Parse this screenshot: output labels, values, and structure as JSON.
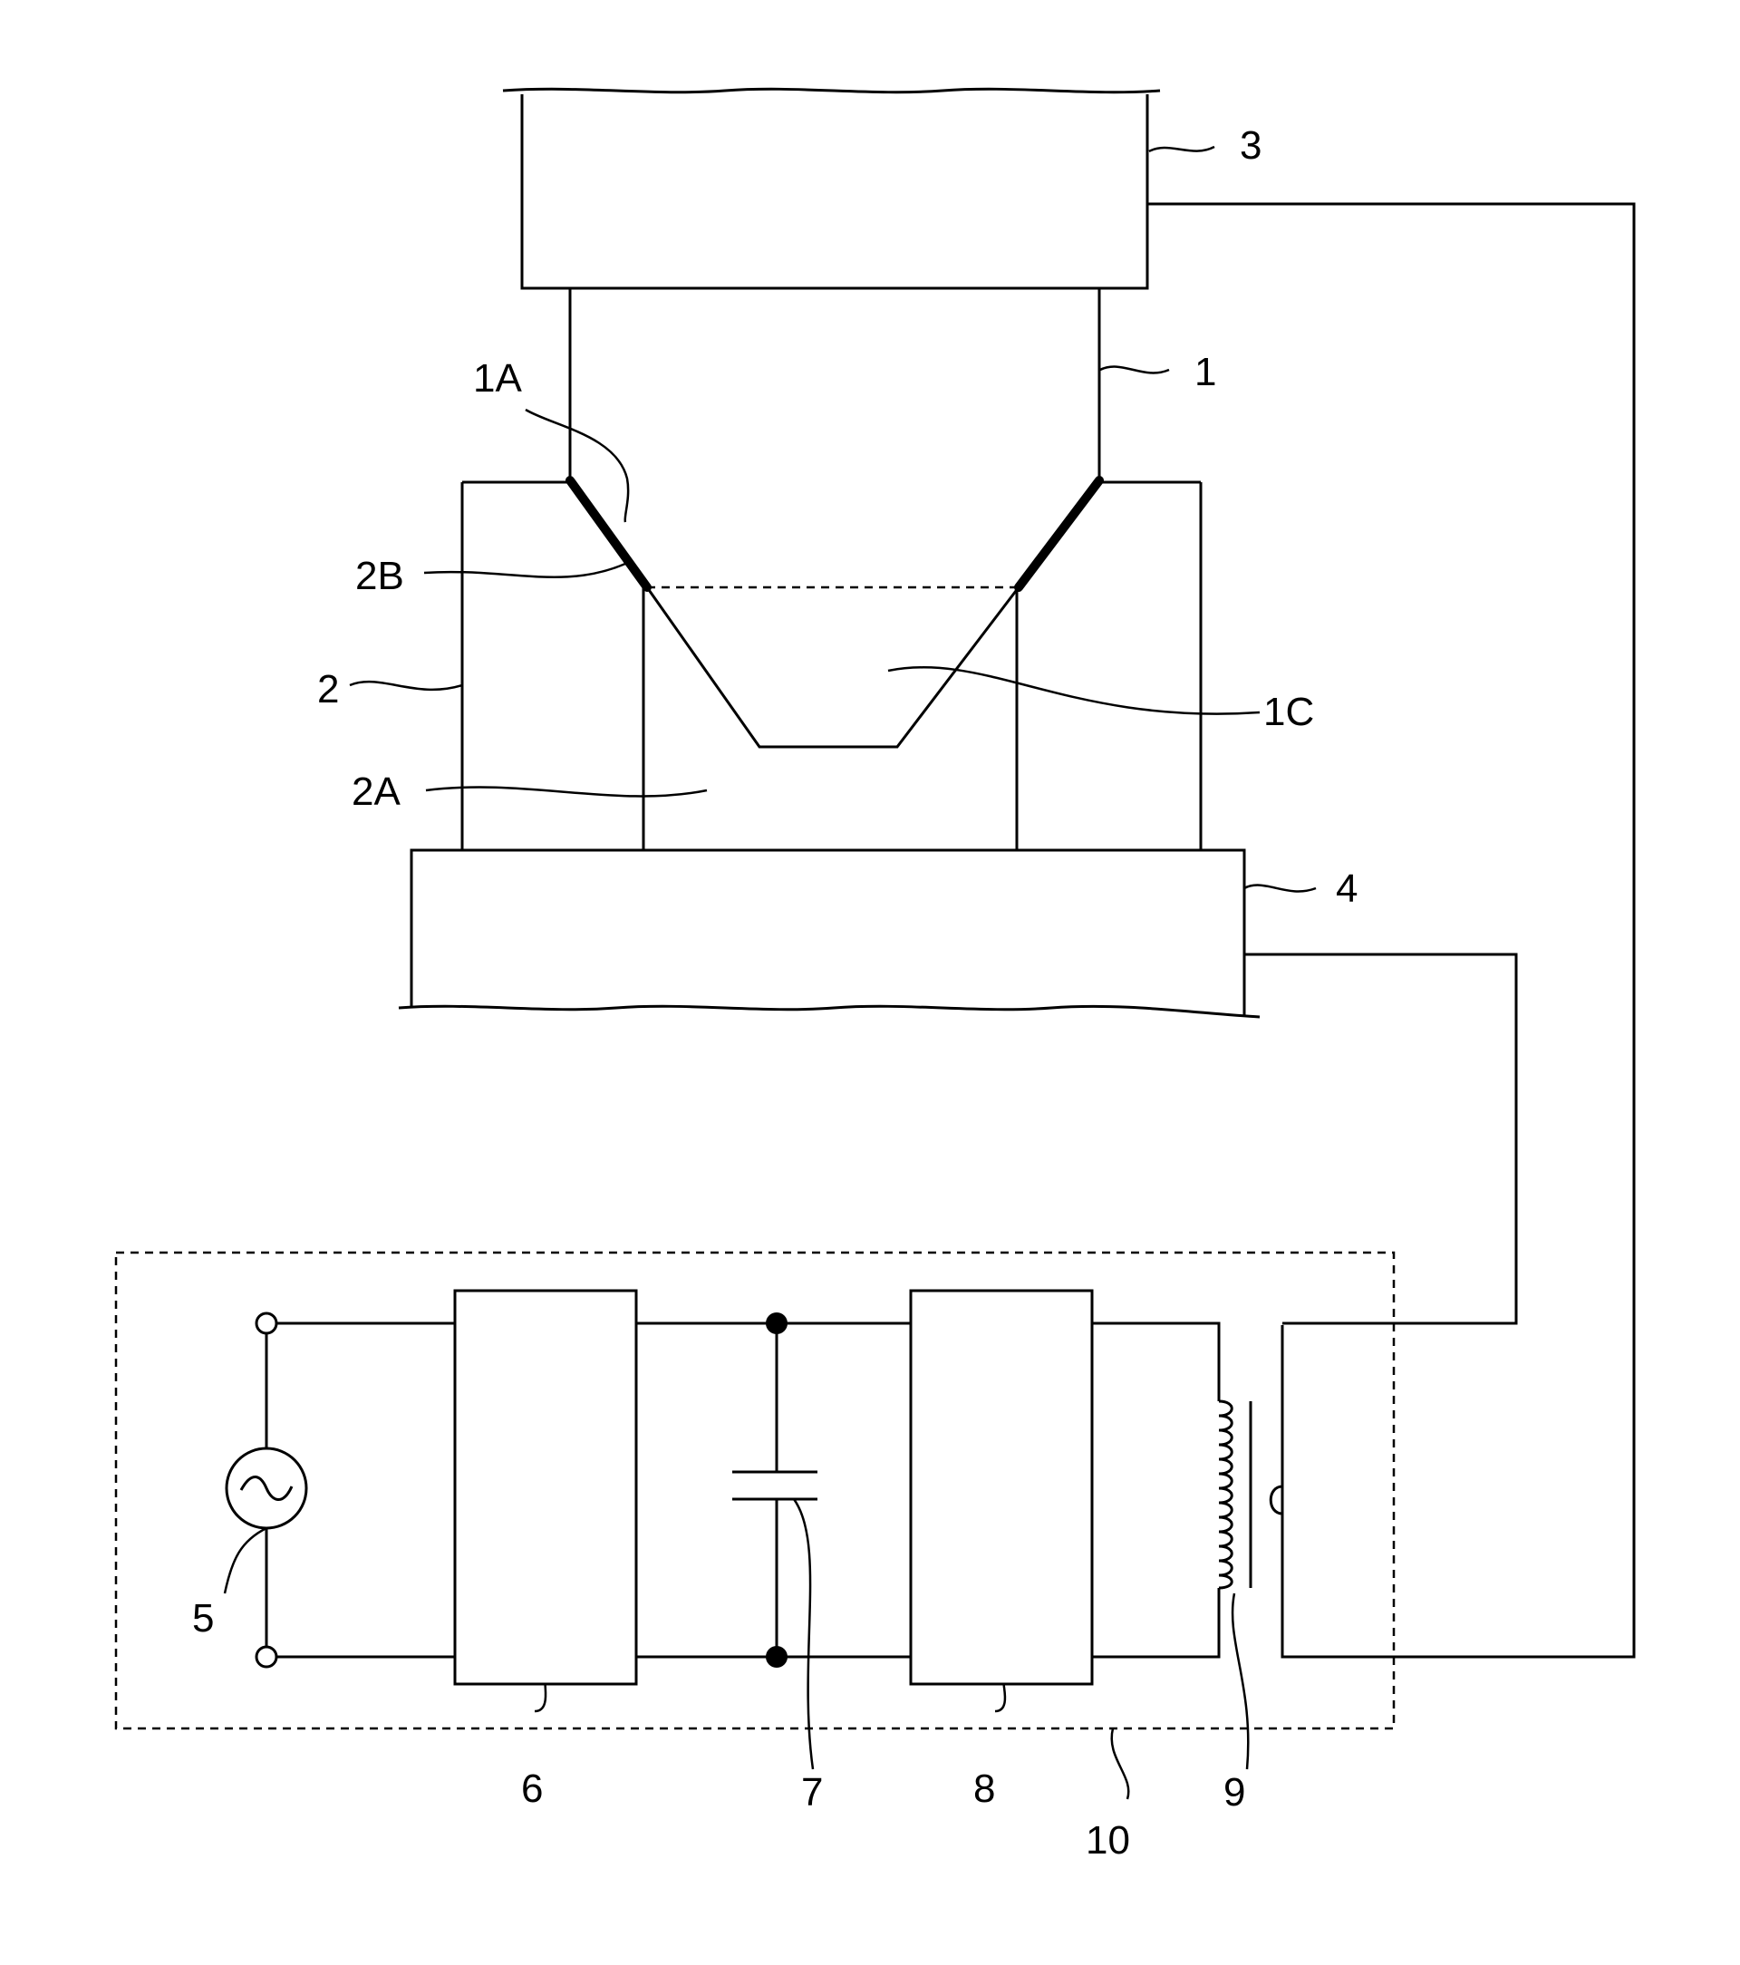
{
  "figure": {
    "labels": {
      "electrode_upper": "3",
      "workpiece_upper": "1",
      "upper_contact": "1A",
      "workpiece_lower": "2",
      "lower_contact": "2B",
      "bore": "2A",
      "protrusion": "1C",
      "electrode_lower": "4",
      "ac_source": "5",
      "rectifier": "6",
      "capacitor": "7",
      "inverter": "8",
      "transformer": "9",
      "power_unit": "10"
    }
  }
}
